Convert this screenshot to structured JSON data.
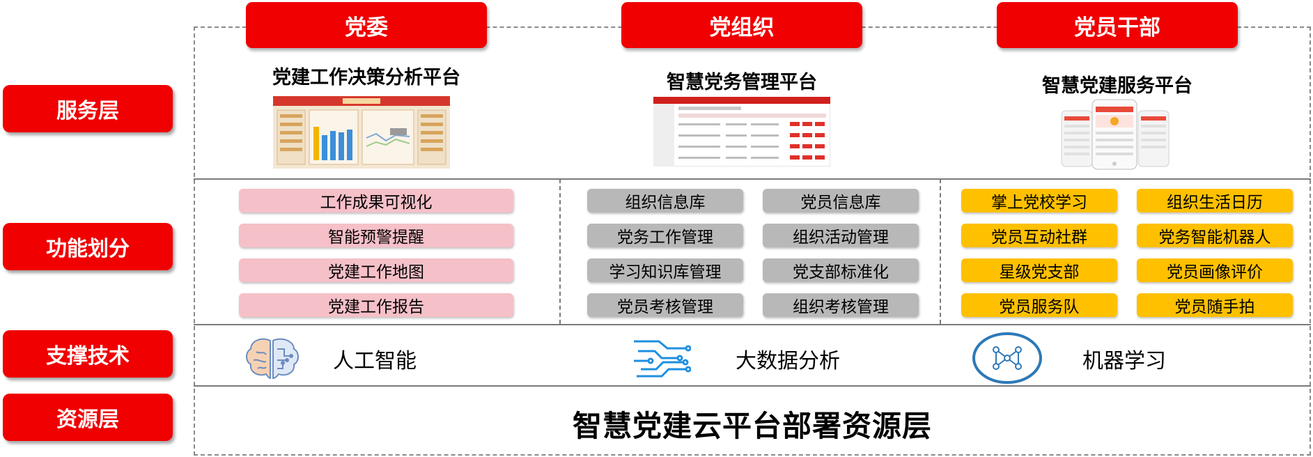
{
  "layers": {
    "service": "服务层",
    "function": "功能划分",
    "support": "支撑技术",
    "resource": "资源层"
  },
  "columns": [
    {
      "header": "党委",
      "platform": "党建工作决策分析平台"
    },
    {
      "header": "党组织",
      "platform": "智慧党务管理平台"
    },
    {
      "header": "党员干部",
      "platform": "智慧党建服务平台"
    }
  ],
  "functions": {
    "col1": [
      "工作成果可视化",
      "智能预警提醒",
      "党建工作地图",
      "党建工作报告"
    ],
    "col2_left": [
      "组织信息库",
      "党务工作管理",
      "学习知识库管理",
      "党员考核管理"
    ],
    "col2_right": [
      "党员信息库",
      "组织活动管理",
      "党支部标准化",
      "组织考核管理"
    ],
    "col3_left": [
      "掌上党校学习",
      "党员互动社群",
      "星级党支部",
      "党员服务队"
    ],
    "col3_right": [
      "组织生活日历",
      "党务智能机器人",
      "党员画像评价",
      "党员随手拍"
    ]
  },
  "technologies": [
    {
      "label": "人工智能",
      "icon": "brain-circuit-icon"
    },
    {
      "label": "大数据分析",
      "icon": "data-circuit-icon"
    },
    {
      "label": "机器学习",
      "icon": "network-nodes-icon"
    }
  ],
  "resource": "智慧党建云平台部署资源层",
  "colors": {
    "red": "#f00000",
    "pink": "#f6c0c8",
    "gray": "#b8b8b8",
    "gold": "#ffc000"
  }
}
